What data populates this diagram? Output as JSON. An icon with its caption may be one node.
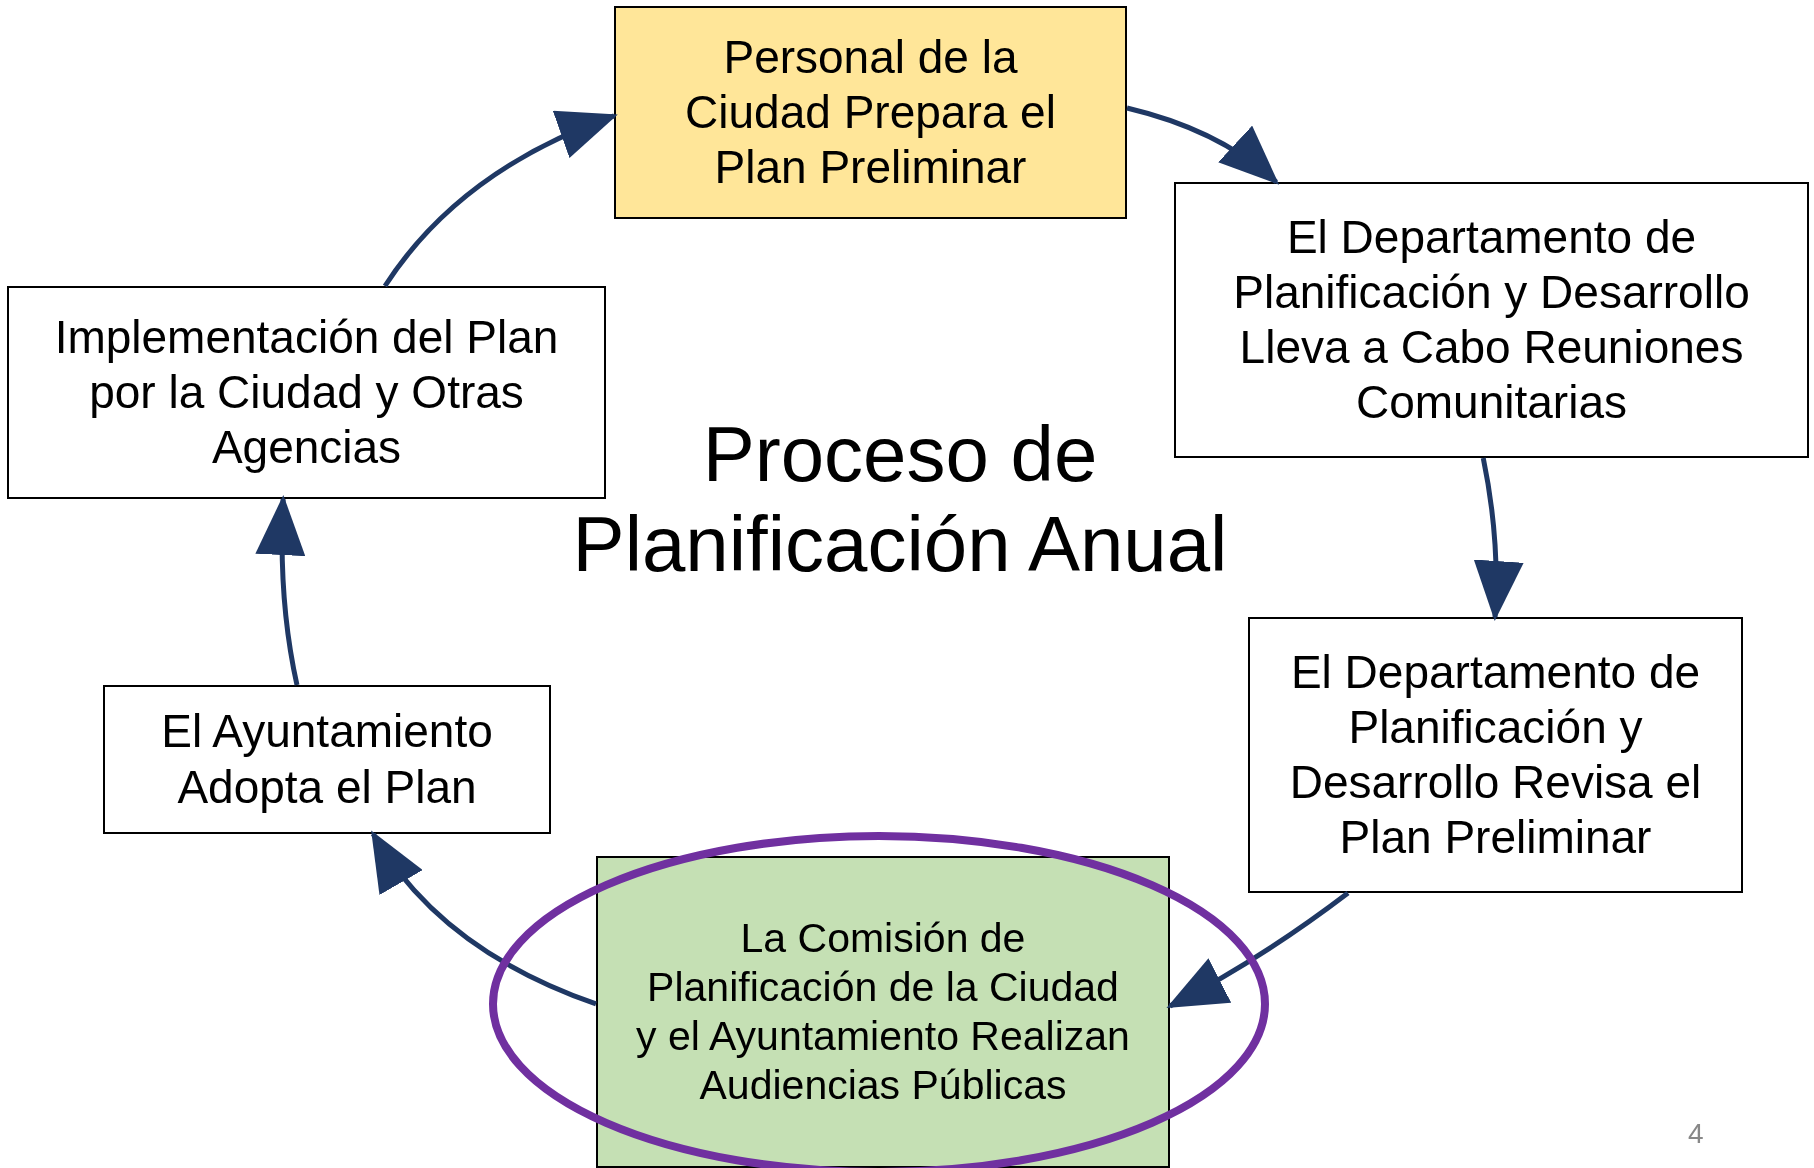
{
  "diagram": {
    "title": "Proceso de Planificación Anual",
    "nodes": [
      {
        "text": [
          "Personal de la Ciudad Prepara el Plan Preliminar"
        ]
      },
      {
        "text": [
          "El Departamento de Planificación y Desarrollo Lleva a Cabo Reuniones Comunitarias"
        ]
      },
      {
        "text": [
          "El Departamento de Planificación y Desarrollo Revisa el Plan Preliminar"
        ]
      },
      {
        "text": [
          "La Comisión de Planificación de la Ciudad y el Ayuntamiento Realizan Audiencias Públicas"
        ]
      },
      {
        "text": [
          "El Ayuntamiento Adopta el Plan"
        ]
      },
      {
        "text": [
          "Implementación del Plan por la Ciudad y Otras Agencias"
        ]
      }
    ],
    "edges": [
      {
        "from": 0,
        "to": 1,
        "arrow": "to"
      },
      {
        "from": 1,
        "to": 2,
        "arrow": "to"
      },
      {
        "from": 2,
        "to": 3,
        "arrow": "to"
      },
      {
        "from": 3,
        "to": 4,
        "arrow": "to"
      },
      {
        "from": 4,
        "to": 5,
        "arrow": "to"
      },
      {
        "from": 5,
        "to": 0,
        "arrow": "to"
      }
    ],
    "labels": [
      "4"
    ]
  }
}
